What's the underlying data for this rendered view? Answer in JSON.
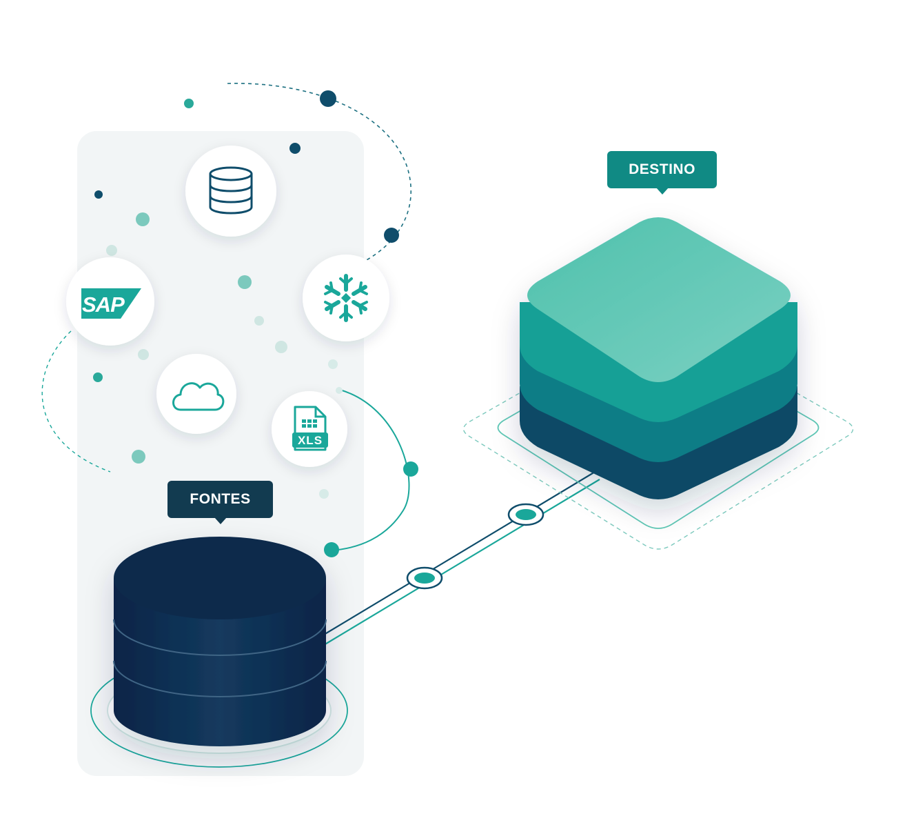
{
  "labels": {
    "sources": "FONTES",
    "destination": "DESTINO"
  },
  "source_icons": [
    {
      "name": "database-icon",
      "text": ""
    },
    {
      "name": "sap-logo",
      "text": "SAP"
    },
    {
      "name": "snowflake-icon",
      "text": ""
    },
    {
      "name": "cloud-icon",
      "text": ""
    },
    {
      "name": "xls-file-icon",
      "text": "XLS"
    }
  ],
  "colors": {
    "navy": "#0e2a4c",
    "dark_teal": "#0f4d6b",
    "teal": "#14958b",
    "mint": "#5fc8b6",
    "panel": "#f2f5f6",
    "accent": "#1aa79a"
  }
}
